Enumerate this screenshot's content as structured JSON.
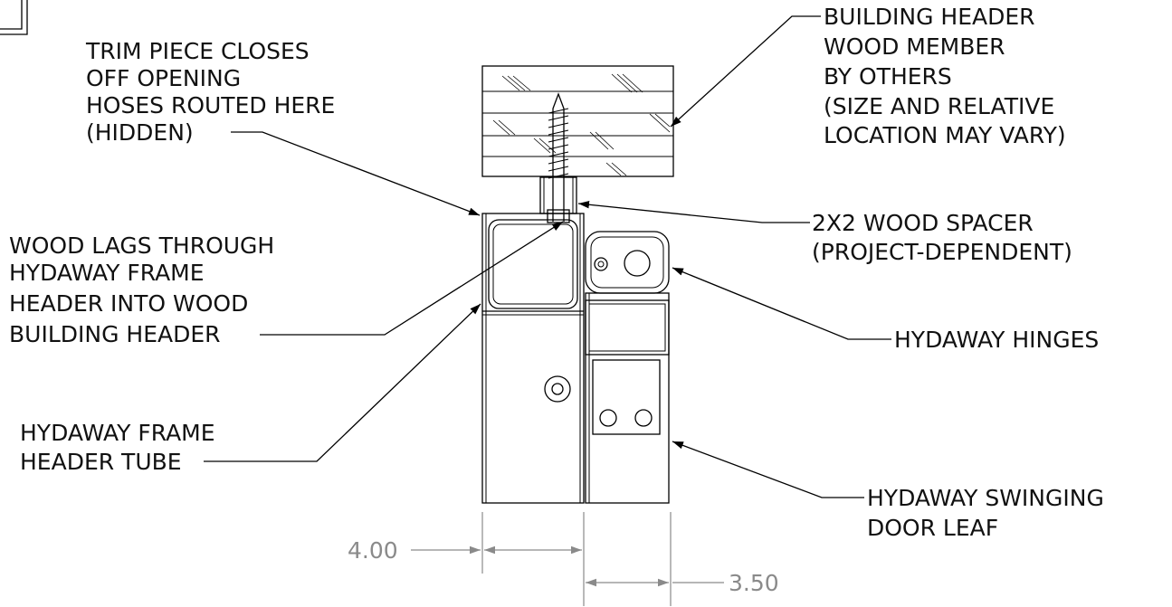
{
  "labels": {
    "trim_piece": [
      "TRIM PIECE CLOSES",
      "OFF OPENING",
      "HOSES ROUTED HERE",
      "(HIDDEN)"
    ],
    "building_header": [
      "BUILDING HEADER",
      "WOOD MEMBER",
      "BY OTHERS",
      "(SIZE AND RELATIVE",
      "LOCATION MAY VARY)"
    ],
    "wood_lags": [
      "WOOD LAGS THROUGH",
      "HYDAWAY FRAME",
      "HEADER INTO WOOD",
      "BUILDING HEADER"
    ],
    "wood_spacer": [
      "2X2 WOOD SPACER",
      "(PROJECT-DEPENDENT)"
    ],
    "hinges": [
      "HYDAWAY HINGES"
    ],
    "frame_header_tube": [
      "HYDAWAY FRAME",
      "HEADER TUBE"
    ],
    "swinging_door_leaf": [
      "HYDAWAY SWINGING",
      "DOOR LEAF"
    ]
  },
  "dimensions": {
    "frame_width": "4.00",
    "leaf_width": "3.50"
  },
  "colors": {
    "line": "#000000",
    "dimension": "#8a8a8a",
    "background": "#ffffff"
  }
}
